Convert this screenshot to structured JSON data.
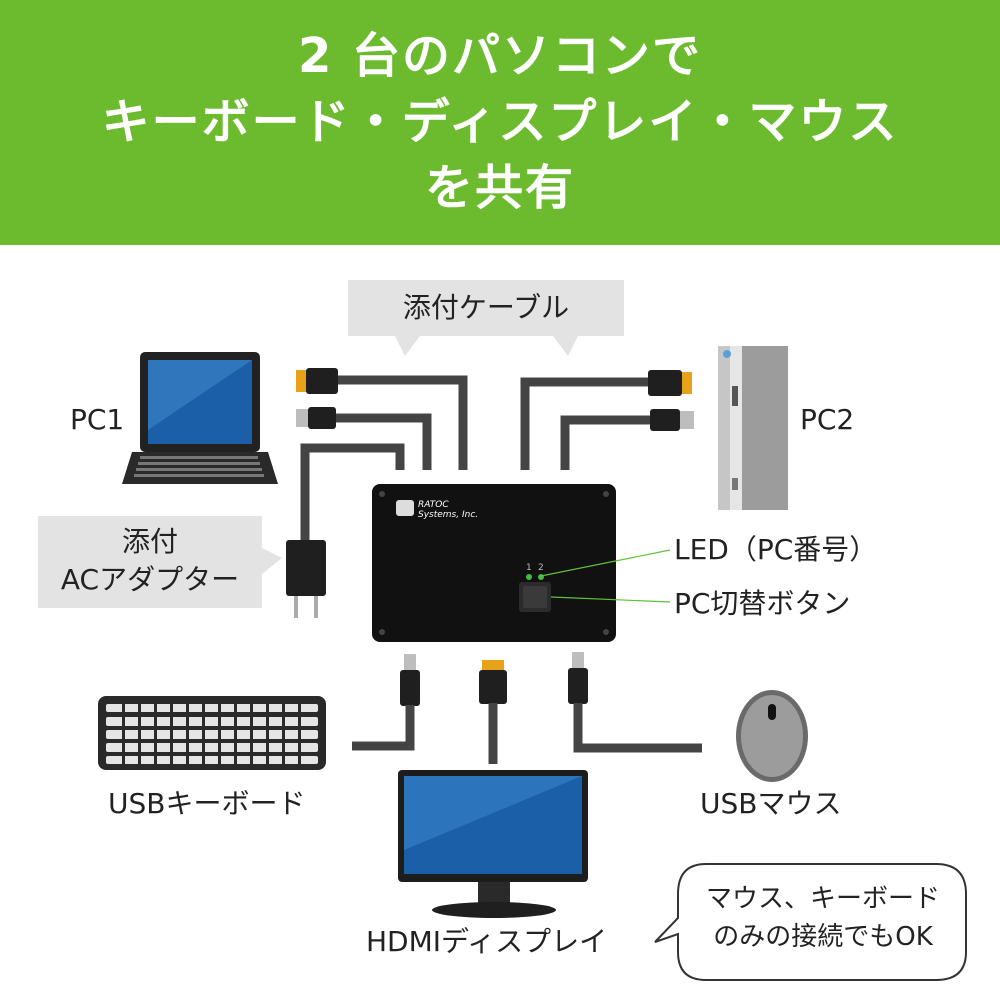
{
  "header": {
    "line1": "2 台のパソコンで",
    "line2": "キーボード・ディスプレイ・マウス",
    "line3": "を共有",
    "bg_color": "#6cbb2f"
  },
  "callouts": {
    "cable": "添付ケーブル",
    "adapter_line1": "添付",
    "adapter_line2": "ACアダプター"
  },
  "labels": {
    "pc1": "PC1",
    "pc2": "PC2",
    "led": "LED（PC番号）",
    "switch_button": "PC切替ボタン",
    "keyboard": "USBキーボード",
    "mouse": "USBマウス",
    "display": "HDMIディスプレイ"
  },
  "device": {
    "brand": "RATOC",
    "brand_sub": "Systems, Inc.",
    "led1": "1",
    "led2": "2"
  },
  "note": {
    "line1": "マウス、キーボード",
    "line2": "のみの接続でもOK"
  },
  "icons": [
    "laptop-icon",
    "tower-pc-icon",
    "hdmi-plug-icon",
    "usb-plug-icon",
    "ac-adapter-icon",
    "keyboard-icon",
    "mouse-icon",
    "monitor-icon",
    "kvm-switch-icon"
  ]
}
